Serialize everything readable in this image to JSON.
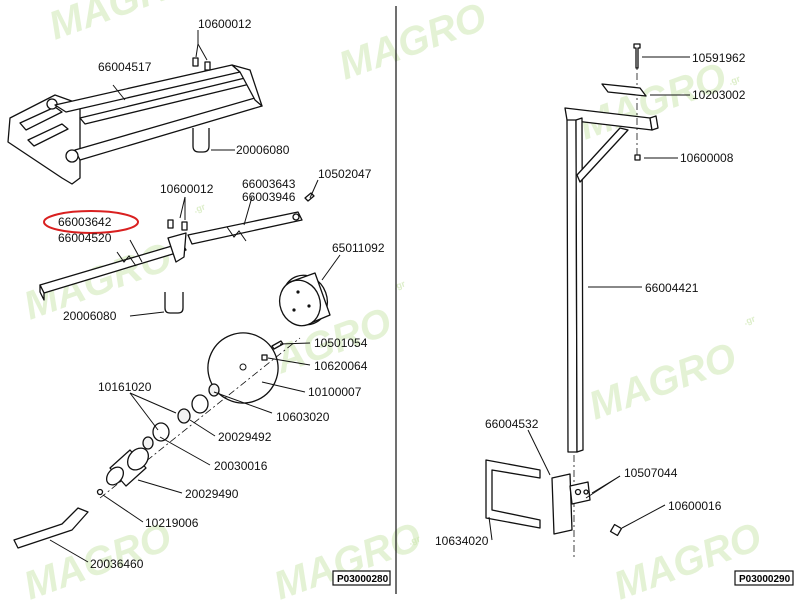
{
  "watermark": {
    "brand": "MAGRO",
    "suffix": ".gr"
  },
  "highlight_color": "#d92020",
  "left_panel": {
    "reference": "P03000280",
    "labels": {
      "l_10600012_a": "10600012",
      "l_66004517": "66004517",
      "l_20006080_a": "20006080",
      "l_10600012_b": "10600012",
      "l_66003643": "66003643",
      "l_66003946": "66003946",
      "l_10502047": "10502047",
      "l_66003642": "66003642",
      "l_66004520": "66004520",
      "l_65011092": "65011092",
      "l_20006080_b": "20006080",
      "l_10501054": "10501054",
      "l_10620064": "10620064",
      "l_10161020": "10161020",
      "l_10100007": "10100007",
      "l_10603020": "10603020",
      "l_20029492": "20029492",
      "l_20030016": "20030016",
      "l_20029490": "20029490",
      "l_10219006": "10219006",
      "l_20036460": "20036460"
    }
  },
  "right_panel": {
    "reference": "P03000290",
    "labels": {
      "r_10591962": "10591962",
      "r_10203002": "10203002",
      "r_10600008": "10600008",
      "r_66004421": "66004421",
      "r_66004532": "66004532",
      "r_10507044": "10507044",
      "r_10600016": "10600016",
      "r_10634020": "10634020"
    }
  }
}
